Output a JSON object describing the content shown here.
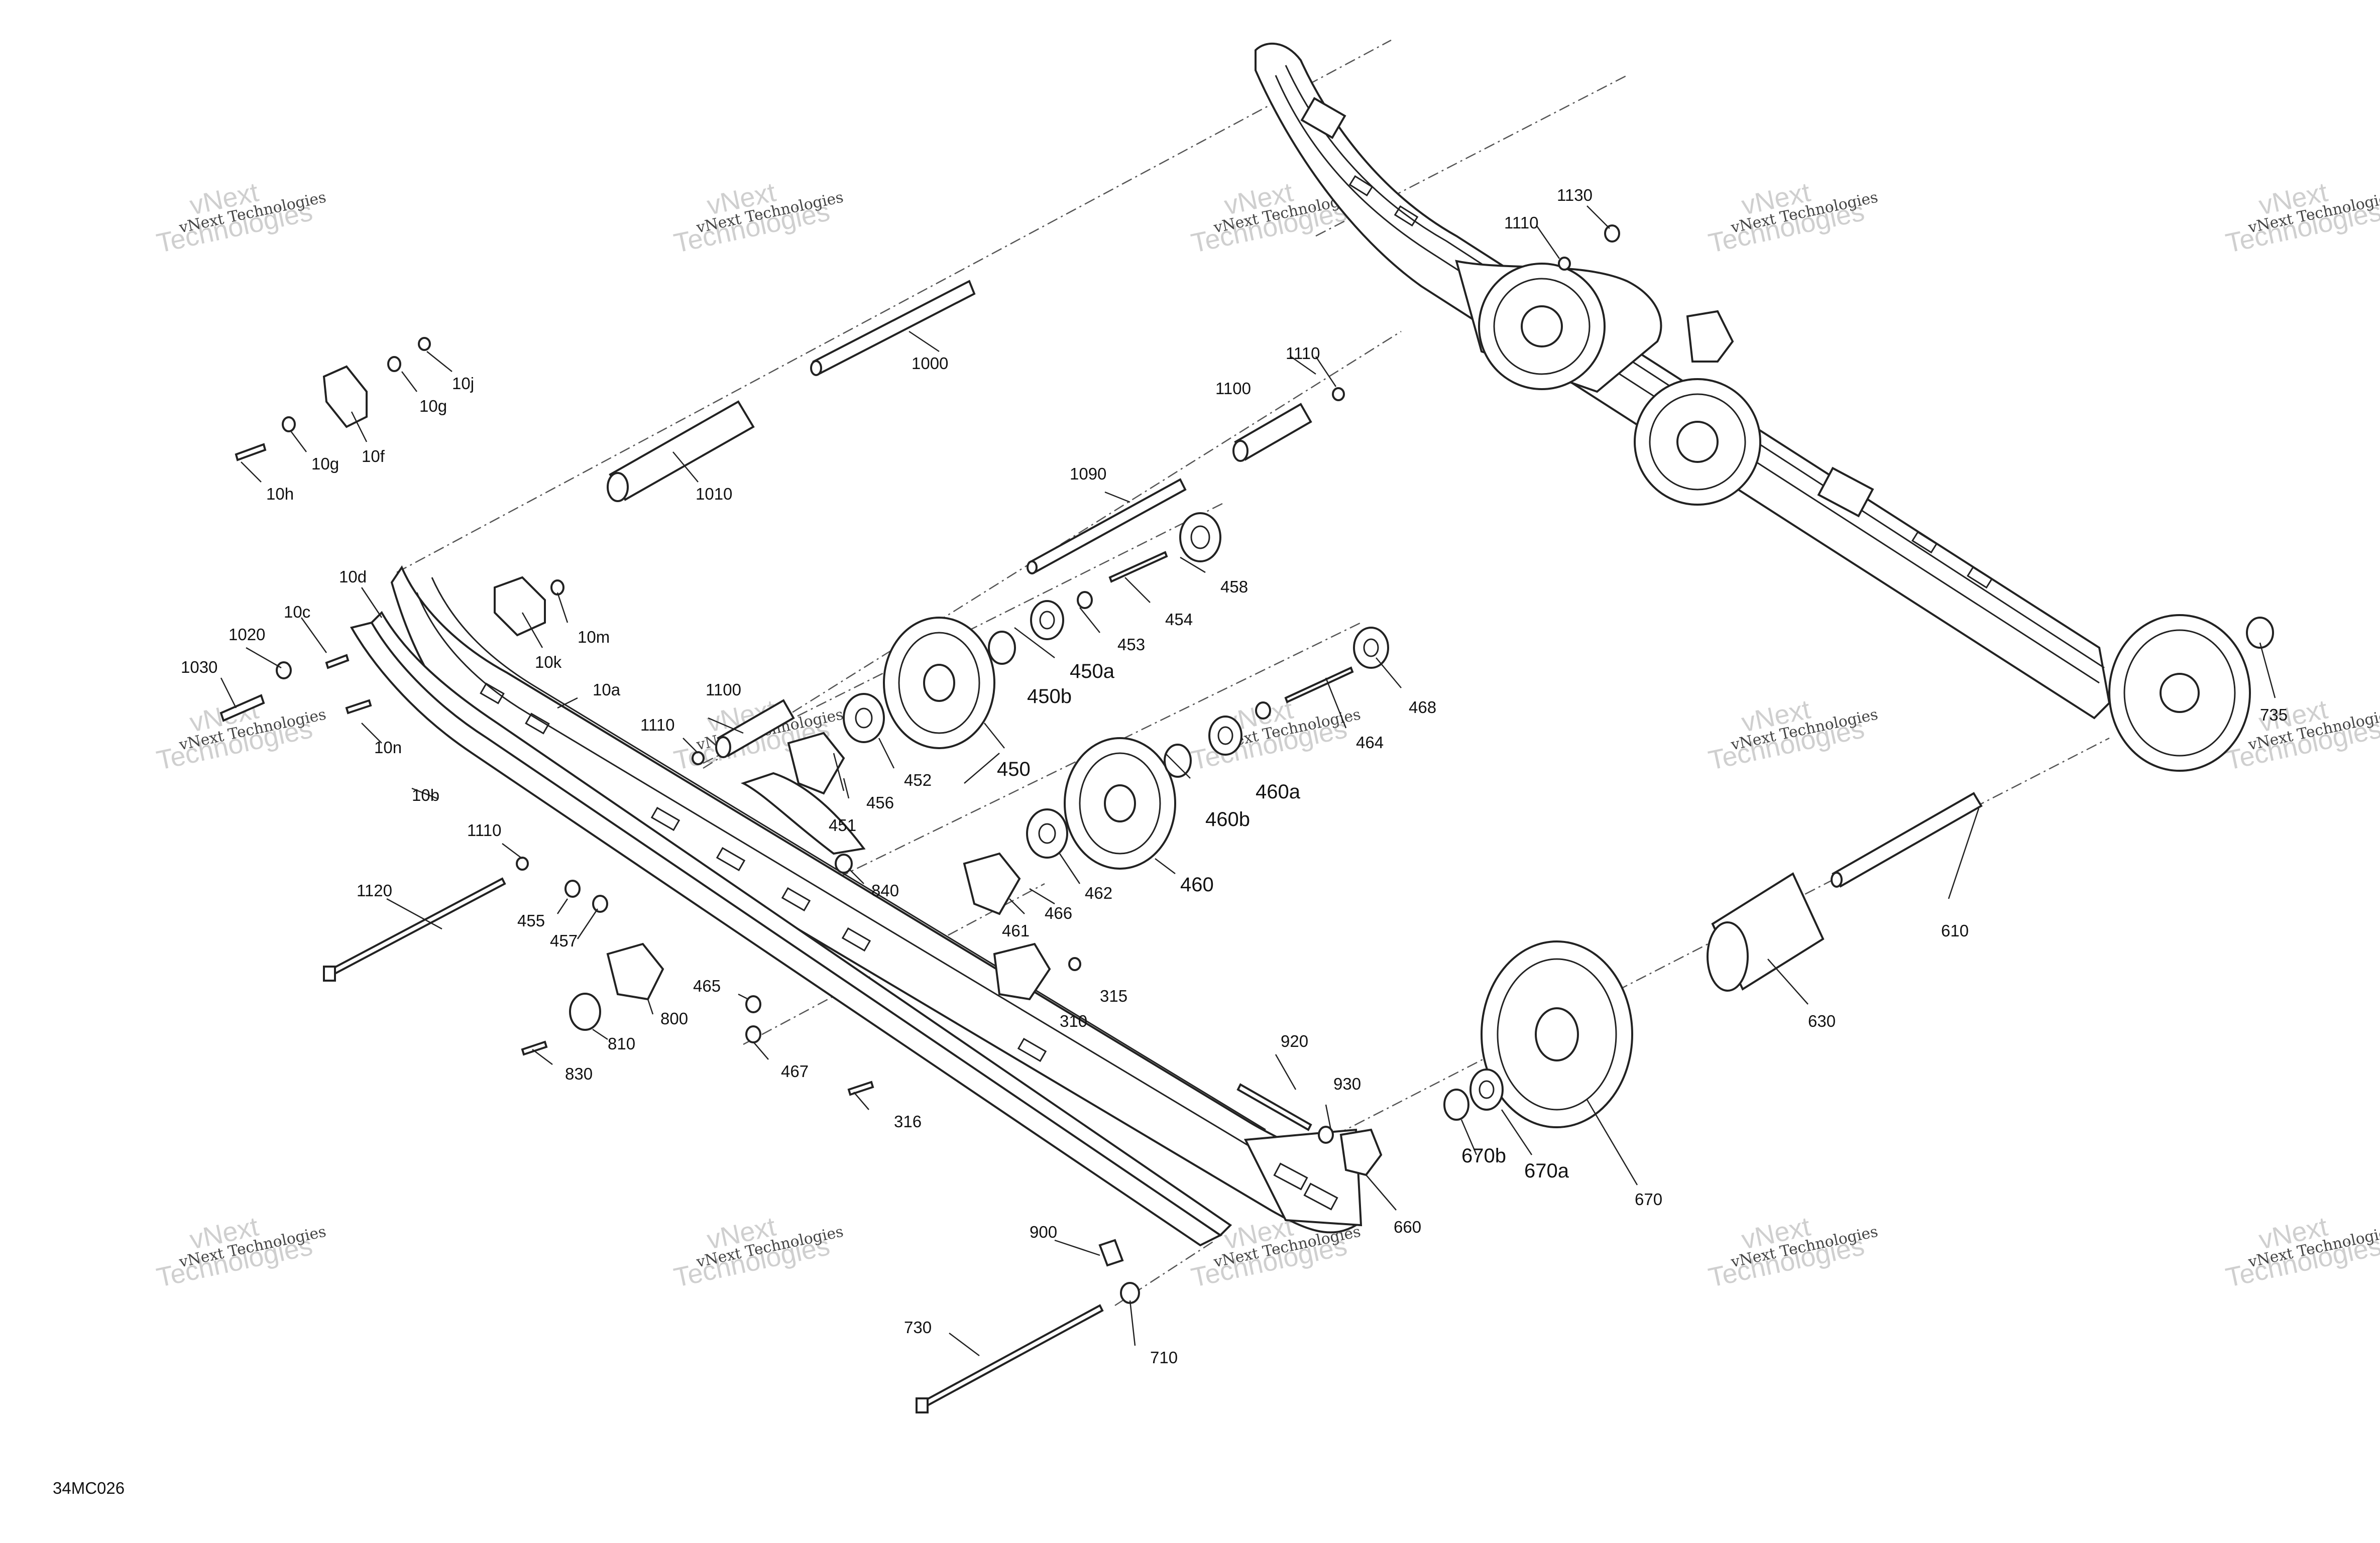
{
  "figure_code": "34MC026",
  "watermark": {
    "line1": "vNext",
    "line2": "Technologies",
    "line3": "vNext Technologies"
  },
  "parts": [
    {
      "id": "1000",
      "label": "1000"
    },
    {
      "id": "1010",
      "label": "1010"
    },
    {
      "id": "1020",
      "label": "1020"
    },
    {
      "id": "1030",
      "label": "1030"
    },
    {
      "id": "1090",
      "label": "1090"
    },
    {
      "id": "1100a",
      "label": "1100"
    },
    {
      "id": "1100b",
      "label": "1100"
    },
    {
      "id": "1110a",
      "label": "1110"
    },
    {
      "id": "1110b",
      "label": "1110"
    },
    {
      "id": "1110c",
      "label": "1110"
    },
    {
      "id": "1110d",
      "label": "1110"
    },
    {
      "id": "1120",
      "label": "1120"
    },
    {
      "id": "1130",
      "label": "1130"
    },
    {
      "id": "10a",
      "label": "10a"
    },
    {
      "id": "10b",
      "label": "10b"
    },
    {
      "id": "10c",
      "label": "10c"
    },
    {
      "id": "10d",
      "label": "10d"
    },
    {
      "id": "10f",
      "label": "10f"
    },
    {
      "id": "10g1",
      "label": "10g"
    },
    {
      "id": "10g2",
      "label": "10g"
    },
    {
      "id": "10h",
      "label": "10h"
    },
    {
      "id": "10j",
      "label": "10j"
    },
    {
      "id": "10k",
      "label": "10k"
    },
    {
      "id": "10m",
      "label": "10m"
    },
    {
      "id": "10n",
      "label": "10n"
    },
    {
      "id": "310",
      "label": "310"
    },
    {
      "id": "315",
      "label": "315"
    },
    {
      "id": "316",
      "label": "316"
    },
    {
      "id": "450",
      "label": "450"
    },
    {
      "id": "450a",
      "label": "450a"
    },
    {
      "id": "450b",
      "label": "450b"
    },
    {
      "id": "451",
      "label": "451"
    },
    {
      "id": "452",
      "label": "452"
    },
    {
      "id": "453",
      "label": "453"
    },
    {
      "id": "454",
      "label": "454"
    },
    {
      "id": "455",
      "label": "455"
    },
    {
      "id": "456",
      "label": "456"
    },
    {
      "id": "457",
      "label": "457"
    },
    {
      "id": "458",
      "label": "458"
    },
    {
      "id": "460",
      "label": "460"
    },
    {
      "id": "460a",
      "label": "460a"
    },
    {
      "id": "460b",
      "label": "460b"
    },
    {
      "id": "461",
      "label": "461"
    },
    {
      "id": "462",
      "label": "462"
    },
    {
      "id": "464",
      "label": "464"
    },
    {
      "id": "465",
      "label": "465"
    },
    {
      "id": "466",
      "label": "466"
    },
    {
      "id": "467",
      "label": "467"
    },
    {
      "id": "468",
      "label": "468"
    },
    {
      "id": "610",
      "label": "610"
    },
    {
      "id": "630",
      "label": "630"
    },
    {
      "id": "660",
      "label": "660"
    },
    {
      "id": "670",
      "label": "670"
    },
    {
      "id": "670a",
      "label": "670a"
    },
    {
      "id": "670b",
      "label": "670b"
    },
    {
      "id": "710",
      "label": "710"
    },
    {
      "id": "730",
      "label": "730"
    },
    {
      "id": "735",
      "label": "735"
    },
    {
      "id": "800",
      "label": "800"
    },
    {
      "id": "810",
      "label": "810"
    },
    {
      "id": "830",
      "label": "830"
    },
    {
      "id": "840",
      "label": "840"
    },
    {
      "id": "900",
      "label": "900"
    },
    {
      "id": "920",
      "label": "920"
    },
    {
      "id": "930",
      "label": "930"
    }
  ]
}
